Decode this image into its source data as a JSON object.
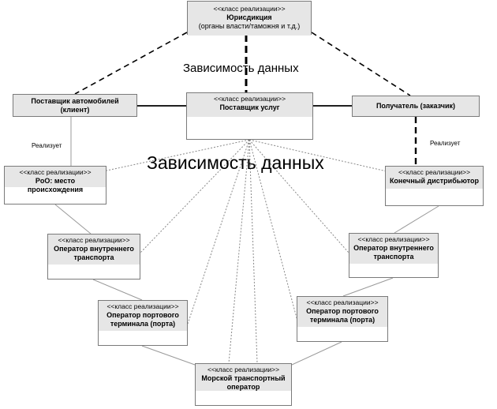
{
  "nodes": {
    "jurisdiction": {
      "stereotype": "<<класс реализации>>",
      "title": "Юрисдикция",
      "subtitle": "(органы власти/таможня и т.д.)"
    },
    "car_supplier": {
      "title": "Поставщик автомобилей (клиент)"
    },
    "service_provider": {
      "stereotype": "<<класс реализации>>",
      "title": "Поставщик услуг"
    },
    "recipient": {
      "title": "Получатель (заказчик)"
    },
    "poo": {
      "stereotype": "<<класс реализации>>",
      "title": "PoO: место происхождения"
    },
    "final_distributor": {
      "stereotype": "<<класс реализации>>",
      "title": "Конечный дистрибьютор"
    },
    "inland_left": {
      "stereotype": "<<класс реализации>>",
      "title": "Оператор внутреннего транспорта"
    },
    "inland_right": {
      "stereotype": "<<класс реализации>>",
      "title": "Оператор внутреннего транспорта"
    },
    "port_left": {
      "stereotype": "<<класс реализации>>",
      "title": "Оператор портового терминала (порта)"
    },
    "port_right": {
      "stereotype": "<<класс реализации>>",
      "title": "Оператор портового терминала (порта)"
    },
    "sea": {
      "stereotype": "<<класс реализации>>",
      "title": "Морской транспортный оператор"
    }
  },
  "labels": {
    "data_dependency_top": "Зависимость данных",
    "data_dependency_main": "Зависимость данных",
    "realizes_left": "Реализует",
    "realizes_right": "Реализует"
  }
}
